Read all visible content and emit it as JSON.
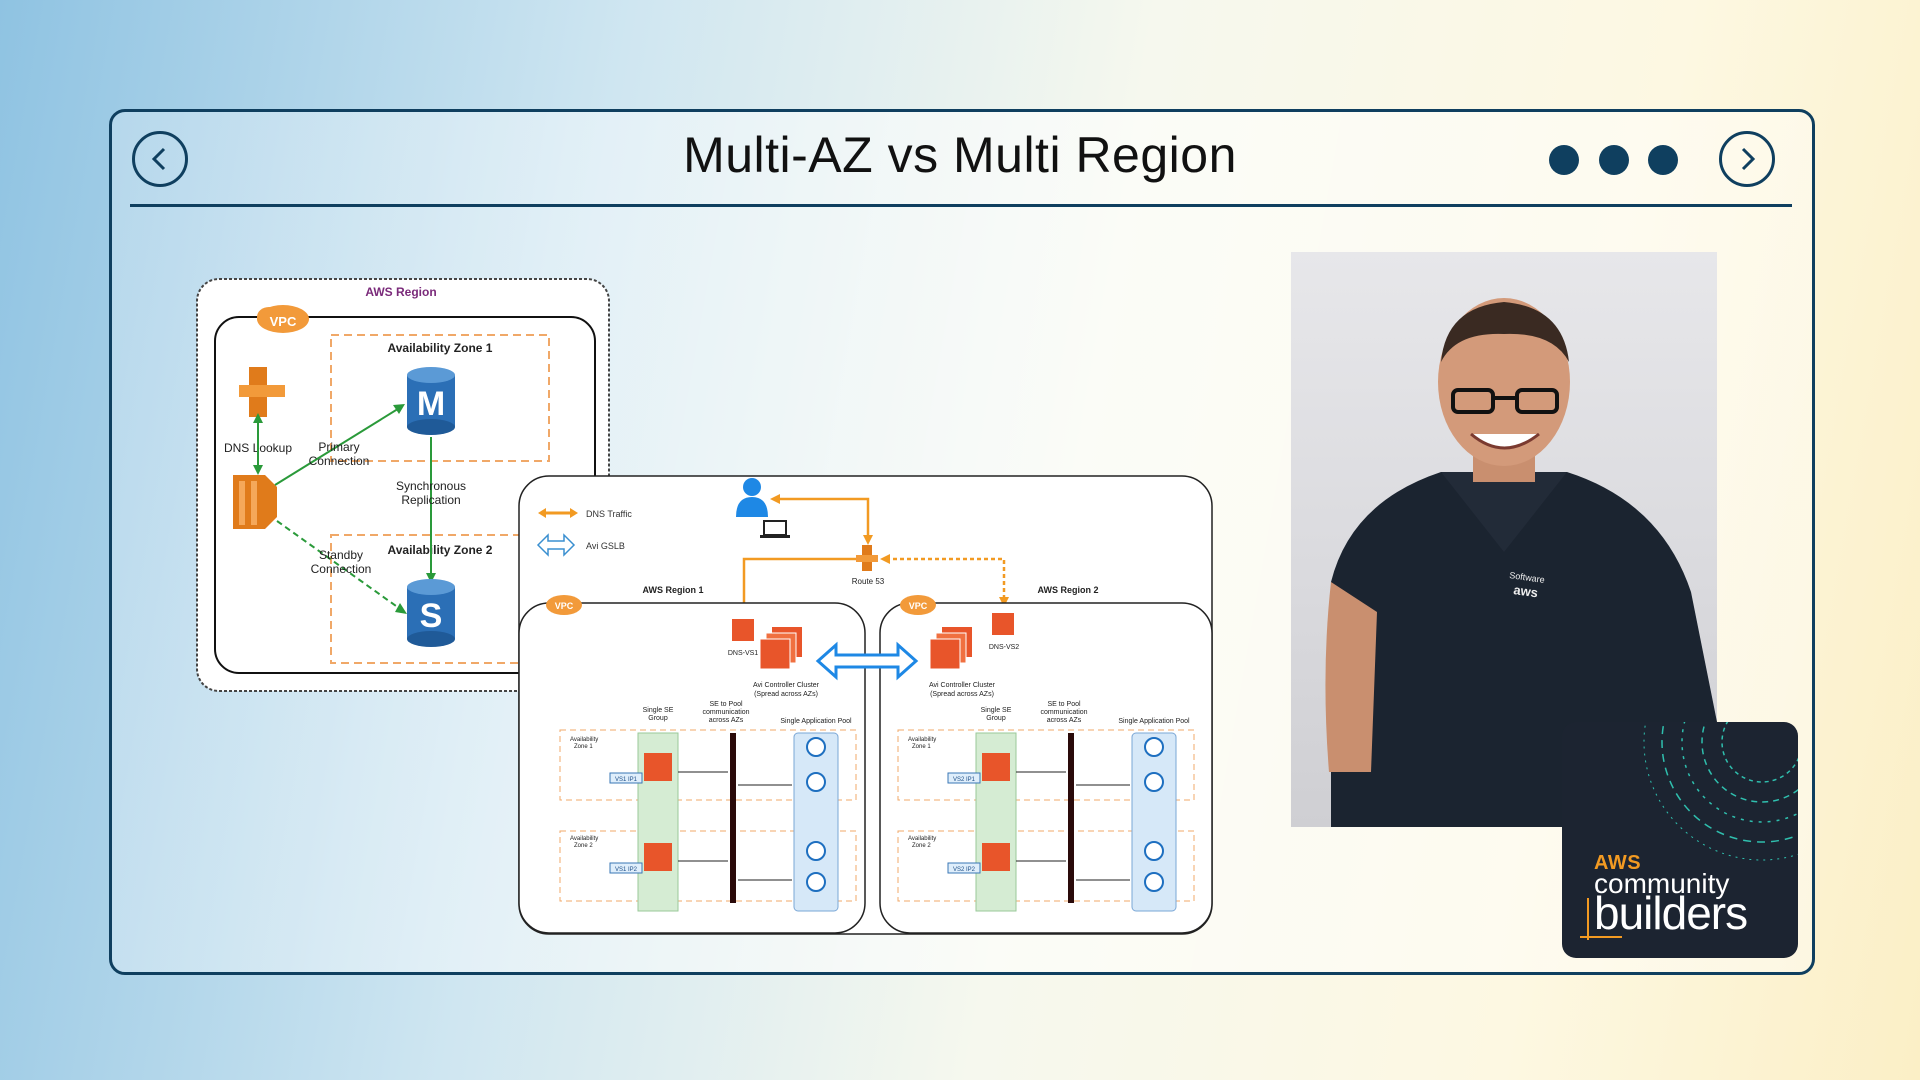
{
  "slide": {
    "title": "Multi-AZ vs Multi Region",
    "nav_prev_icon": "chevron-left-icon",
    "nav_next_icon": "chevron-right-icon",
    "dots": 3,
    "accent_color": "#0f3f5f"
  },
  "multi_az_diagram": {
    "region_label": "AWS Region",
    "vpc_label": "VPC",
    "az1_label": "Availability Zone 1",
    "az2_label": "Availability Zone 2",
    "dns_label": "DNS Lookup",
    "primary_label_1": "Primary",
    "primary_label_2": "Connection",
    "sync_label_1": "Synchronous",
    "sync_label_2": "Replication",
    "standby_label_1": "Standby",
    "standby_label_2": "Connection",
    "master_letter": "M",
    "standby_letter": "S"
  },
  "multi_region_diagram": {
    "legend_dns": "DNS Traffic",
    "legend_gslb": "Avi GSLB",
    "route53_label": "Route 53",
    "region1_label": "AWS Region 1",
    "region2_label": "AWS Region 2",
    "vpc_label": "VPC",
    "dns_vs1": "DNS-VS1",
    "dns_vs2": "DNS-VS2",
    "controller_label_1": "Avi Controller Cluster",
    "controller_label_2": "(Spread across AZs)",
    "single_se_1": "Single SE",
    "single_se_2": "Group",
    "se_pool_1": "SE to Pool",
    "se_pool_2": "communication",
    "se_pool_3": "across AZs",
    "app_pool": "Single Application Pool",
    "az1_1": "Availability",
    "az1_2": "Zone 1",
    "az2_2": "Zone 2",
    "r1_ip1": "VS1 IP1",
    "r1_ip2": "VS1 IP2",
    "r2_ip1": "VS2 IP1",
    "r2_ip2": "VS2 IP2"
  },
  "photo": {
    "shirt_text_1": "Software",
    "shirt_text_2": "aws"
  },
  "badge": {
    "aws": "AWS",
    "community": "community",
    "builders": "builders"
  }
}
